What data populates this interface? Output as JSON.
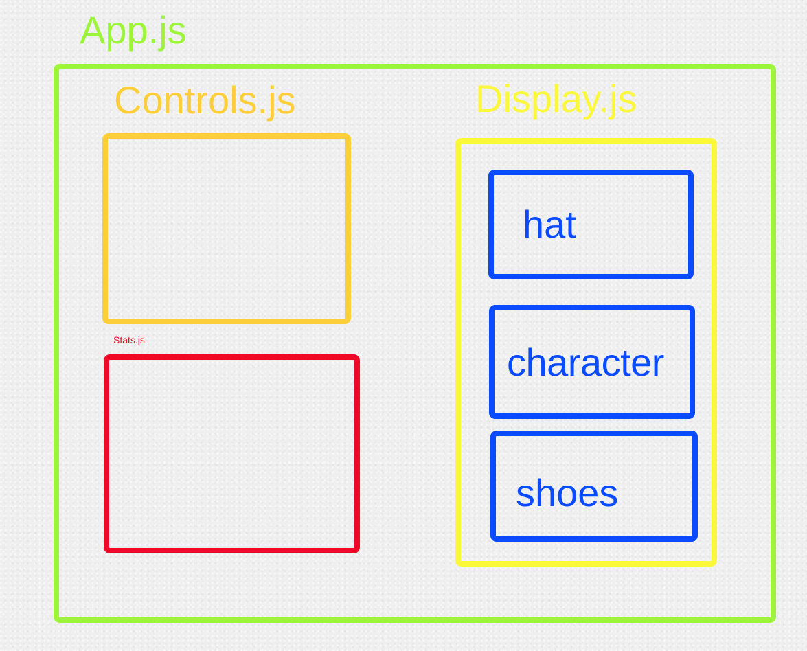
{
  "app": {
    "title": "App.js",
    "color": "#9ef43a"
  },
  "controls": {
    "title": "Controls.js",
    "color": "#fccf3a"
  },
  "stats": {
    "title": "Stats.js",
    "color": "#f00828"
  },
  "display": {
    "title": "Display.js",
    "color": "#fbf83c",
    "children": [
      {
        "label": "hat"
      },
      {
        "label": "character"
      },
      {
        "label": "shoes"
      }
    ],
    "child_color": "#0a4bff"
  }
}
